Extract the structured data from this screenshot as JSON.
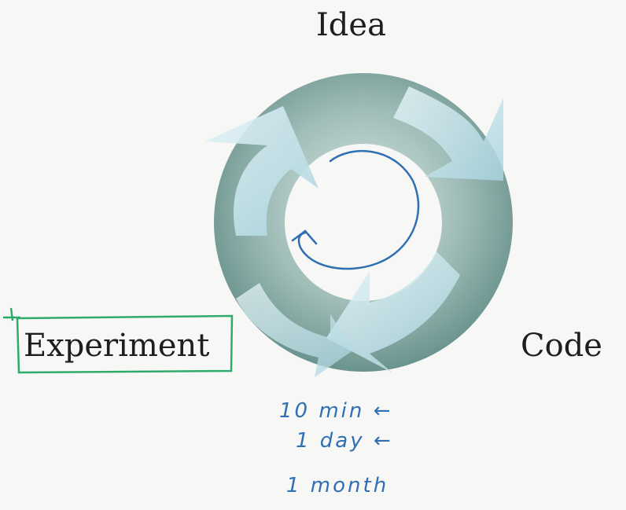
{
  "diagram": {
    "nodes": {
      "idea": "Idea",
      "code": "Code",
      "experiment": "Experiment"
    },
    "annotations": {
      "times": [
        "10 min ←",
        "1 day ←",
        "1 month"
      ]
    },
    "colors": {
      "ring_dark": "#6f9590",
      "ring_light": "#c9dcd8",
      "arrow_fill": "#bcdfe8",
      "ink_blue": "#2f6fb2",
      "highlight_green": "#2eaa6a",
      "text": "#1e1e1e"
    }
  }
}
